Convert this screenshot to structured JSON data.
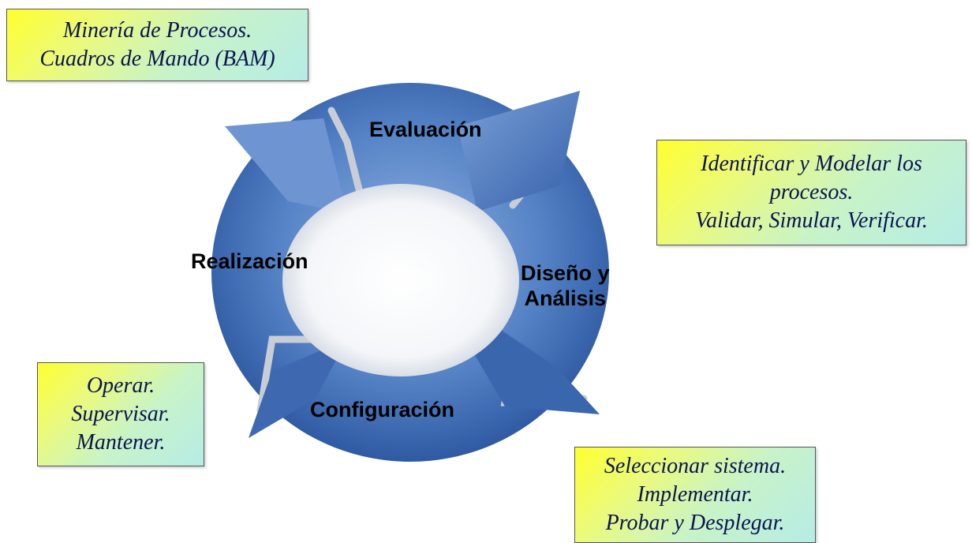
{
  "cycle": {
    "stages": {
      "evaluacion": "Evaluación",
      "diseno_line1": "Diseño y",
      "diseno_line2": "Análisis",
      "configuracion": "Configuración",
      "realizacion": "Realización"
    },
    "colors": {
      "ring_light": "#6f97d3",
      "ring_mid": "#4a77bd",
      "ring_dark": "#2f5aa3",
      "center": "#ffffff"
    }
  },
  "notes": {
    "top_left": {
      "line1": "Minería de Procesos.",
      "line2": "Cuadros de Mando (BAM)"
    },
    "right": {
      "line1": "Identificar y Modelar los",
      "line2": "procesos.",
      "line3": "Validar, Simular, Verificar."
    },
    "bottom_left": {
      "line1": "Operar.",
      "line2": "Supervisar.",
      "line3": "Mantener."
    },
    "bottom_right": {
      "line1": "Seleccionar sistema.",
      "line2": "Implementar.",
      "line3": "Probar y Desplegar."
    }
  }
}
